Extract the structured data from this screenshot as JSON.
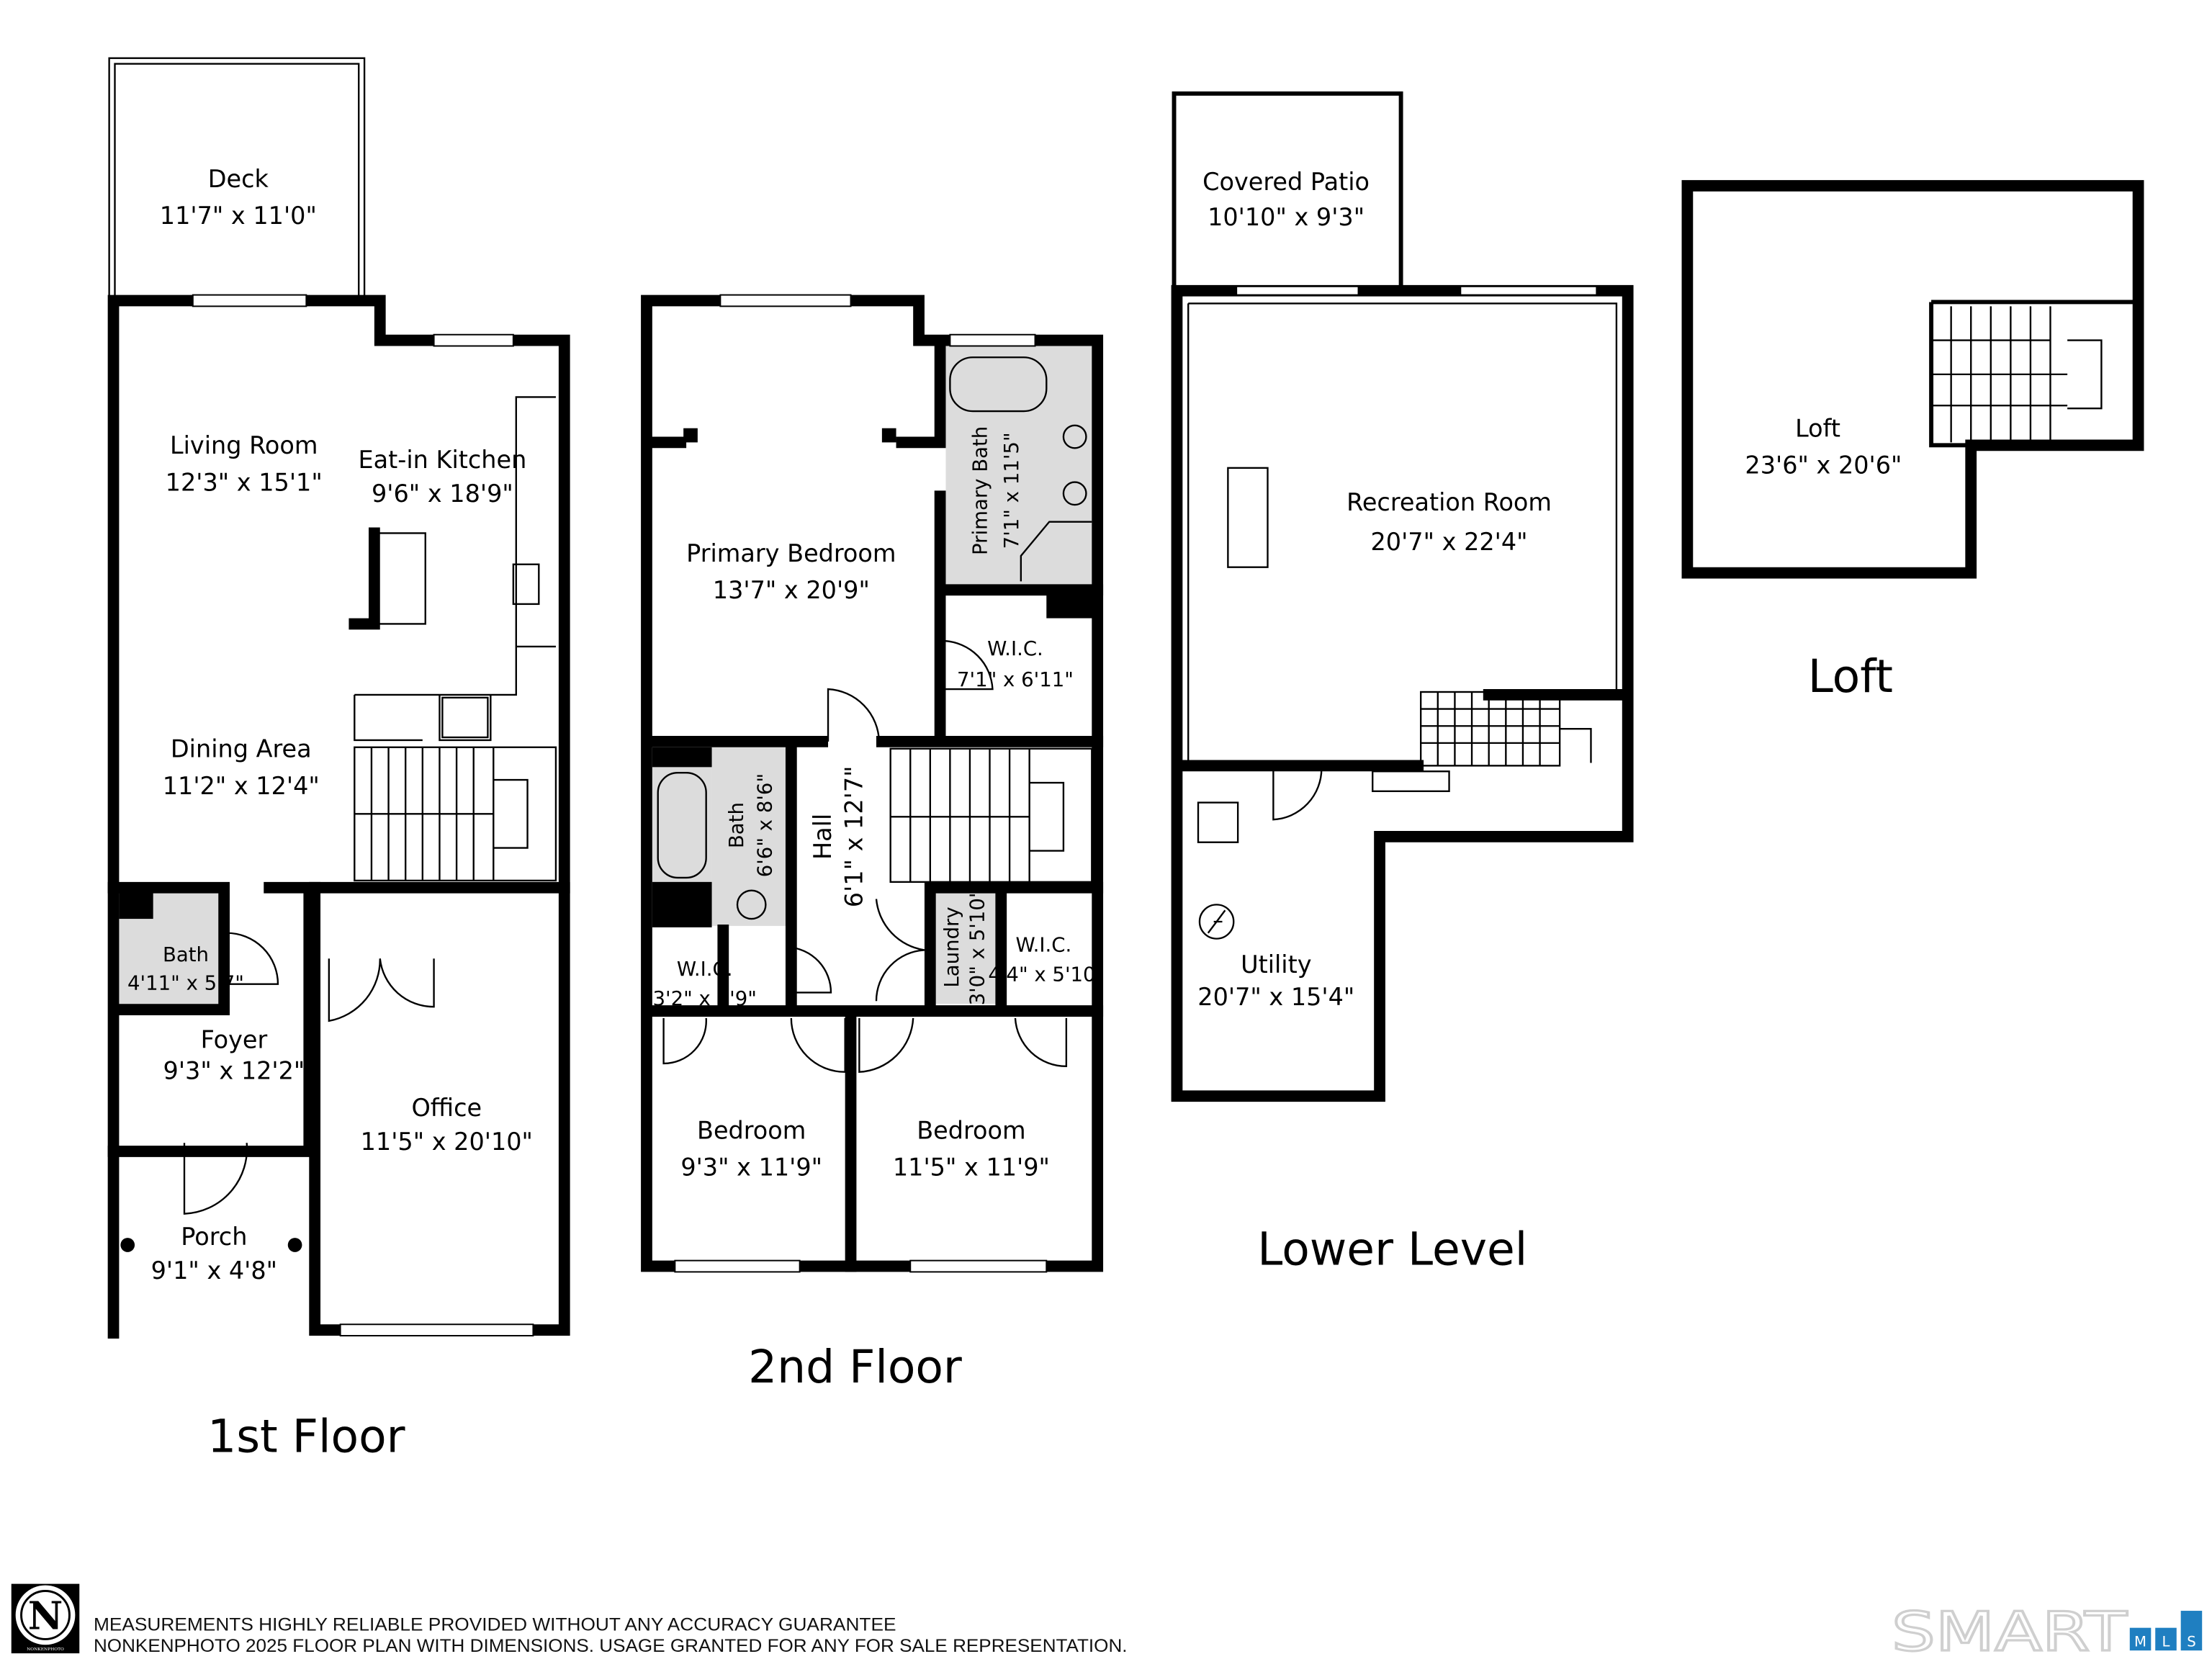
{
  "floors": {
    "first": {
      "label": "1st Floor",
      "rooms": [
        {
          "name": "Deck",
          "dims": "11'7\" x 11'0\""
        },
        {
          "name": "Living Room",
          "dims": "12'3\" x 15'1\""
        },
        {
          "name": "Eat-in Kitchen",
          "dims": "9'6\" x 18'9\""
        },
        {
          "name": "Dining Area",
          "dims": "11'2\" x 12'4\""
        },
        {
          "name": "Bath",
          "dims": "4'11\" x 5'7\""
        },
        {
          "name": "Foyer",
          "dims": "9'3\" x 12'2\""
        },
        {
          "name": "Office",
          "dims": "11'5\" x 20'10\""
        },
        {
          "name": "Porch",
          "dims": "9'1\" x 4'8\""
        }
      ]
    },
    "second": {
      "label": "2nd Floor",
      "rooms": [
        {
          "name": "Primary Bedroom",
          "dims": "13'7\" x 20'9\""
        },
        {
          "name": "Primary Bath",
          "dims": "7'1\" x 11'5\""
        },
        {
          "name": "W.I.C.",
          "dims": "7'1\" x 6'11\""
        },
        {
          "name": "Bath",
          "dims": "6'6\" x 8'6\""
        },
        {
          "name": "Hall",
          "dims": "6'1\" x 12'7\""
        },
        {
          "name": "W.I.C.",
          "dims": "3'2\" x 3'9\""
        },
        {
          "name": "Laundry",
          "dims": "3'0\" x 5'10\""
        },
        {
          "name": "W.I.C.",
          "dims": "4'4\" x 5'10\""
        },
        {
          "name": "Bedroom",
          "dims": "9'3\" x 11'9\""
        },
        {
          "name": "Bedroom",
          "dims": "11'5\" x 11'9\""
        }
      ]
    },
    "lower": {
      "label": "Lower Level",
      "rooms": [
        {
          "name": "Covered Patio",
          "dims": "10'10\" x 9'3\""
        },
        {
          "name": "Recreation Room",
          "dims": "20'7\" x 22'4\""
        },
        {
          "name": "Utility",
          "dims": "20'7\" x 15'4\""
        }
      ]
    },
    "loft": {
      "label": "Loft",
      "rooms": [
        {
          "name": "Loft",
          "dims": "23'6\" x  20'6\""
        }
      ]
    }
  },
  "footer": {
    "logo_letter": "N",
    "logo_caption": "NONKENPHOTO",
    "line1": "MEASUREMENTS HIGHLY RELIABLE PROVIDED WITHOUT ANY ACCURACY GUARANTEE",
    "line2": "NONKENPHOTO 2025  FLOOR PLAN WITH DIMENSIONS. USAGE GRANTED FOR ANY FOR SALE REPRESENTATION.",
    "brand": "SMART",
    "brand_badge": [
      "M",
      "L",
      "S"
    ],
    "brand_color": "#1f7fc1"
  }
}
